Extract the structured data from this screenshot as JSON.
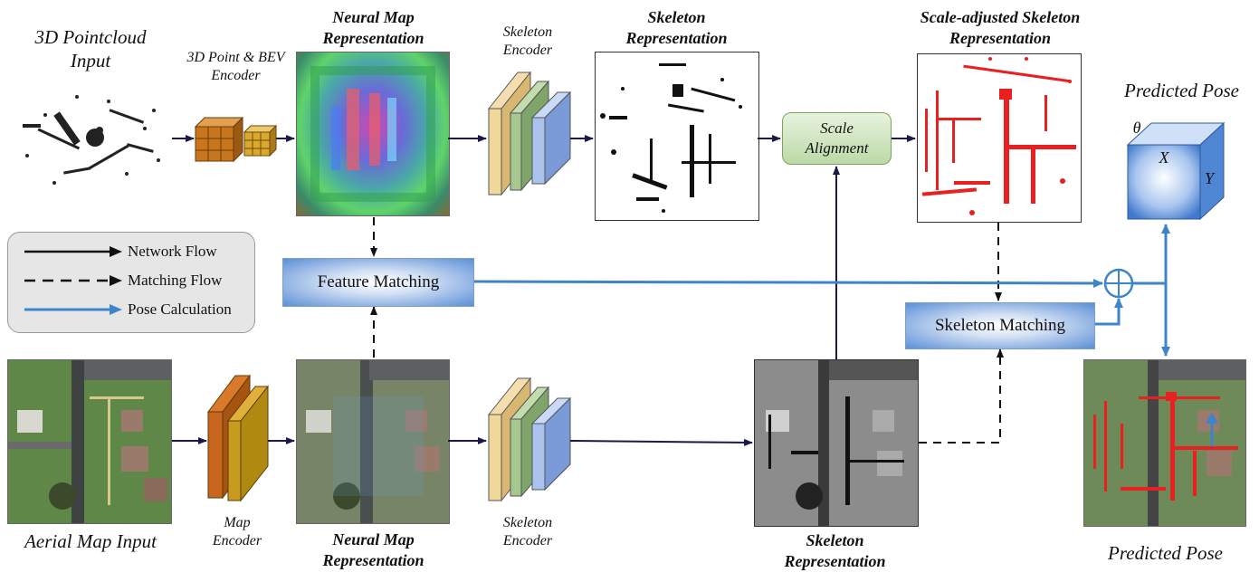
{
  "labels": {
    "pointcloud_input": "3D Pointcloud Input",
    "encoder_3d": "3D Point & BEV Encoder",
    "neural_map_top": "Neural Map Representation",
    "skeleton_encoder_top": "Skeleton Encoder",
    "skeleton_rep_top": "Skeleton Representation",
    "scale_adjusted": "Scale-adjusted Skeleton Representation",
    "predicted_pose_top": "Predicted Pose",
    "aerial_input": "Aerial Map Input",
    "map_encoder": "Map Encoder",
    "neural_map_bottom": "Neural Map Representation",
    "skeleton_encoder_bottom": "Skeleton Encoder",
    "skeleton_rep_bottom": "Skeleton Representation",
    "predicted_pose_bottom": "Predicted Pose"
  },
  "boxes": {
    "feature_matching": "Feature Matching",
    "scale_alignment": "Scale Alignment",
    "skeleton_matching": "Skeleton Matching"
  },
  "cube": {
    "theta": "θ",
    "x": "X",
    "y": "Y"
  },
  "legend": {
    "network_flow": "Network Flow",
    "matching_flow": "Matching Flow",
    "pose_calculation": "Pose Calculation"
  },
  "colors": {
    "network_arrow": "#1a1a4a",
    "pose_arrow": "#3d85c8",
    "matching_arrow": "#111111"
  }
}
